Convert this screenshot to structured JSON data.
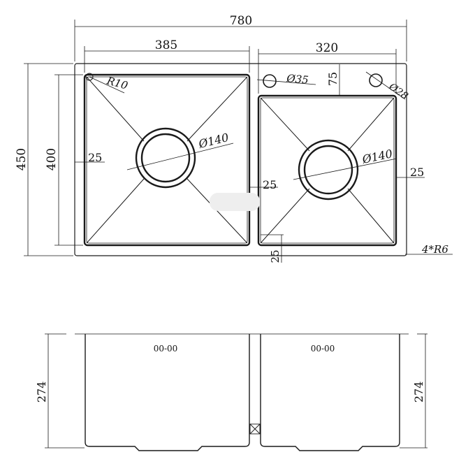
{
  "diagram": {
    "colors": {
      "line": "#1a1a1a",
      "background": "#ffffff"
    },
    "top_view": {
      "overall_width": "780",
      "overall_depth": "450",
      "left_bowl_width": "385",
      "left_bowl_depth": "400",
      "right_bowl_width": "320",
      "right_bowl_offset": "75",
      "corner_radius": "R10",
      "tap_hole": "Ø35",
      "accessory_hole": "Ø28",
      "drain_left": "Ø140",
      "drain_right": "Ø140",
      "margin_left": "25",
      "divider_gap": "25",
      "margin_right": "25",
      "bottom_offset": "25",
      "outer_corners": "4*R6"
    },
    "side_view": {
      "left_height": "274",
      "right_height": "274",
      "left_marking": "00-00",
      "right_marking": "00-00"
    }
  }
}
